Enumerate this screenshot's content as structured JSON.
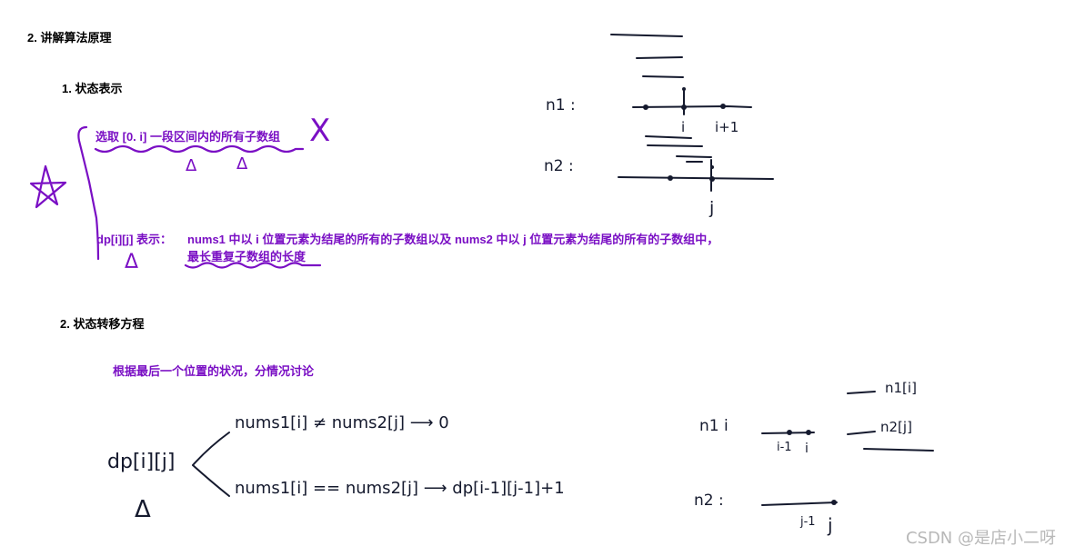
{
  "section2_title": "2. 讲解算法原理",
  "sub1_title": "1. 状态表示",
  "candidate_text": "选取 [0. i] 一段区间内的所有子数组",
  "dp_label": "dp[i][j] 表示：",
  "dp_desc_line1": "nums1 中以 i 位置元素为结尾的所有的子数组以及 nums2 中以 j 位置元素为结尾的所有的子数组中，",
  "dp_desc_line2": "最长重复子数组的长度",
  "sub2_title": "2. 状态转移方程",
  "transition_intro": "根据最后一个位置的状况，分情况讨论",
  "handwriting": {
    "cross_mark": "X",
    "triangle": "Δ",
    "n1_label": "n1 :",
    "n2_label": "n2 :",
    "i_label": "i",
    "i_plus_1_label": "i+1",
    "j_label": "j",
    "dp_left": "dp[i][j]",
    "case1": "nums1[i] ≠ nums2[j] ⟶ 0",
    "case2": "nums1[i] == nums2[j] ⟶ dp[i-1][j-1]+1",
    "n1i_label": "n1 i",
    "n2_colon": "n2 :",
    "i_minus_1_label": "i-1",
    "i_small_label": "i",
    "j_minus_1_label": "j-1",
    "j_small_label": "j",
    "n1i_note": "n1[i]",
    "n2j_note": "n2[j]"
  },
  "watermark": "CSDN @是店小二呀",
  "colors": {
    "accent": "#7a0fc4",
    "ink": "#151a2e",
    "watermark": "#b8b8b8"
  }
}
